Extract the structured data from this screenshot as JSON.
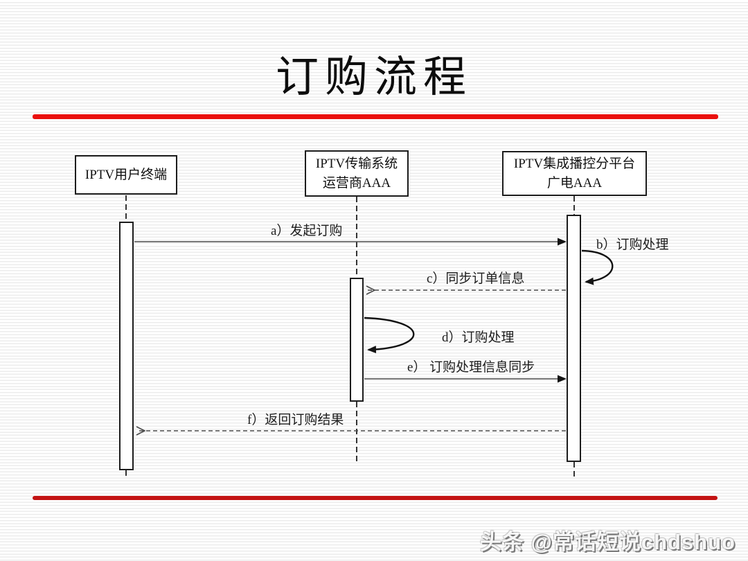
{
  "slide": {
    "title": "订购流程",
    "watermark": "头条 @常话短说chdshuo"
  },
  "colors": {
    "rule_top": "#ea100d",
    "rule_bottom": "#c31313",
    "wire": "#4a4a4a",
    "loop": "#111111",
    "box_border": "#1c1c1c",
    "background_stripe": "#ececec"
  },
  "diagram": {
    "type": "sequence",
    "actors": [
      {
        "id": "terminal",
        "line1": "IPTV用户终端",
        "line2": ""
      },
      {
        "id": "operator",
        "line1": "IPTV传输系统",
        "line2": "运营商AAA"
      },
      {
        "id": "platform",
        "line1": "IPTV集成播控分平台",
        "line2": "广电AAA"
      }
    ],
    "messages": [
      {
        "id": "a",
        "label": "a）发起订购",
        "from": "terminal",
        "to": "platform",
        "style": "solid"
      },
      {
        "id": "b",
        "label": "b）订购处理",
        "from": "platform",
        "to": "platform",
        "style": "self-loop"
      },
      {
        "id": "c",
        "label": "c）同步订单信息",
        "from": "platform",
        "to": "operator",
        "style": "dashed"
      },
      {
        "id": "d",
        "label": "d）订购处理",
        "from": "operator",
        "to": "operator",
        "style": "self-loop"
      },
      {
        "id": "e",
        "label": "e） 订购处理信息同步",
        "from": "operator",
        "to": "platform",
        "style": "solid"
      },
      {
        "id": "f",
        "label": "f）返回订购结果",
        "from": "platform",
        "to": "terminal",
        "style": "dashed"
      }
    ]
  }
}
